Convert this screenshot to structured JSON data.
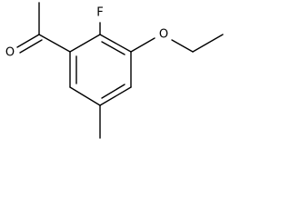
{
  "structure": {
    "atoms": {
      "oxygen_carbonyl": "O",
      "fluorine": "F",
      "oxygen_ether": "O"
    }
  },
  "colors": {
    "ink": "#000000",
    "background": "#ffffff"
  }
}
